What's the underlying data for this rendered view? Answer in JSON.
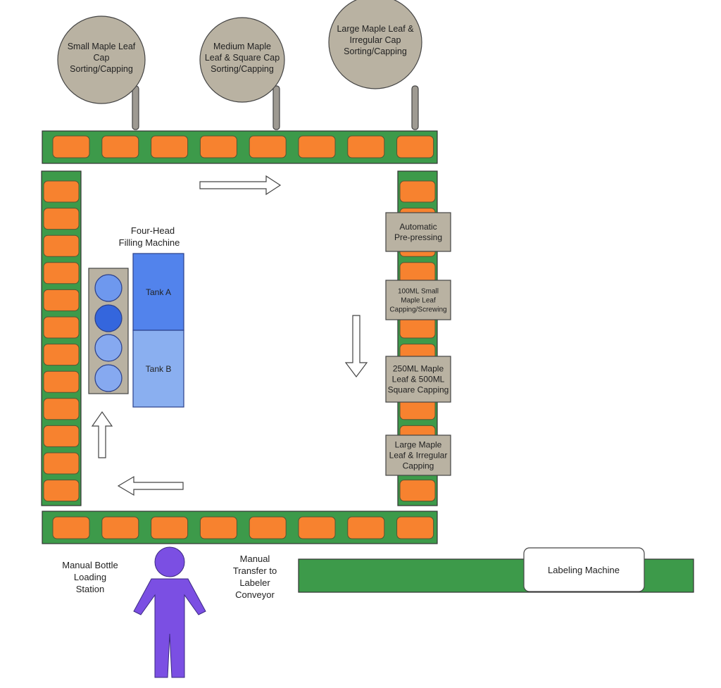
{
  "colors": {
    "conveyor": "#3d9a4a",
    "slot": "#f7822f",
    "station": "#b9b2a2",
    "tank_a": "#5283ec",
    "tank_b": "#8aaff0",
    "person": "#7b4fe3"
  },
  "sorters": [
    {
      "lines": [
        "Small Maple Leaf",
        "Cap",
        "Sorting/Capping"
      ]
    },
    {
      "lines": [
        "Medium Maple",
        "Leaf & Square Cap",
        "Sorting/Capping"
      ]
    },
    {
      "lines": [
        "Large Maple Leaf &",
        "Irregular Cap",
        "Sorting/Capping"
      ]
    }
  ],
  "filling_machine": {
    "title_lines": [
      "Four-Head",
      "Filling Machine"
    ],
    "tank_a": "Tank A",
    "tank_b": "Tank B"
  },
  "stations": [
    {
      "lines": [
        "Automatic",
        "Pre-pressing"
      ]
    },
    {
      "lines": [
        "100ML Small",
        "Maple Leaf",
        "Capping/Screwing"
      ]
    },
    {
      "lines": [
        "250ML Maple",
        "Leaf & 500ML",
        "Square Capping"
      ]
    },
    {
      "lines": [
        "Large Maple",
        "Leaf & Irregular",
        "Capping"
      ]
    }
  ],
  "loading_station": {
    "lines": [
      "Manual Bottle",
      "Loading",
      "Station"
    ]
  },
  "transfer": {
    "lines": [
      "Manual",
      "Transfer to",
      "Labeler",
      "Conveyor"
    ]
  },
  "labeling_machine": "Labeling Machine"
}
